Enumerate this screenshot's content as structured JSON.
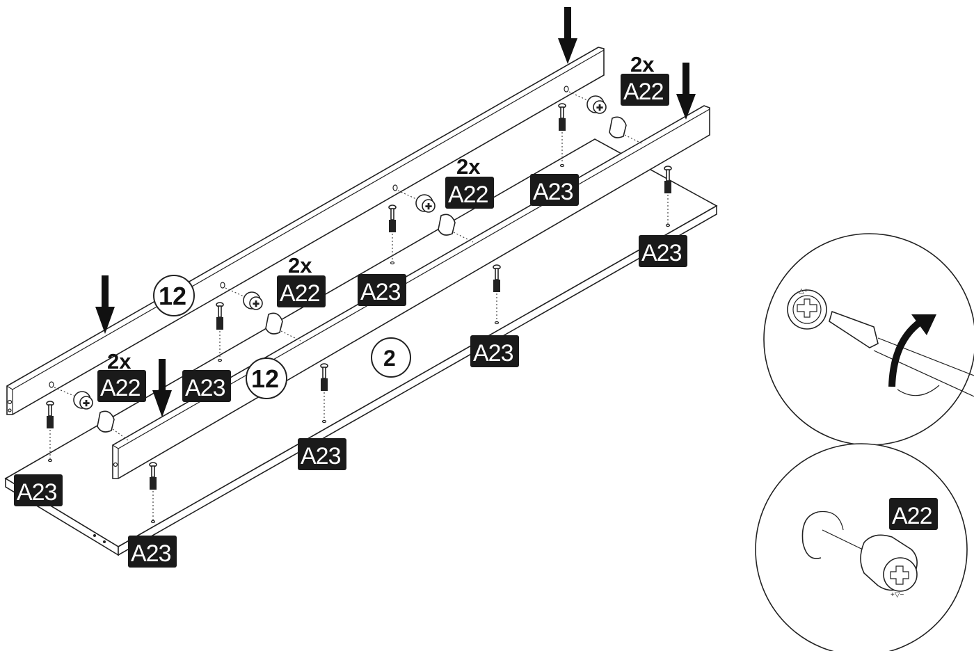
{
  "part_labels": {
    "a22": "A22",
    "a23": "A23",
    "quantity": "2x"
  },
  "step_numbers": {
    "rail_part": "12",
    "board_part": "2"
  },
  "detail_views": {
    "turn_detail": {
      "icon": "screwdriver-turn-icon"
    },
    "insert_detail": {
      "label": "A22",
      "icon": "cam-lock-insert-icon"
    }
  },
  "colors": {
    "label_background": "#1a1a1a",
    "label_text": "#ffffff",
    "line_art": "#222222"
  }
}
